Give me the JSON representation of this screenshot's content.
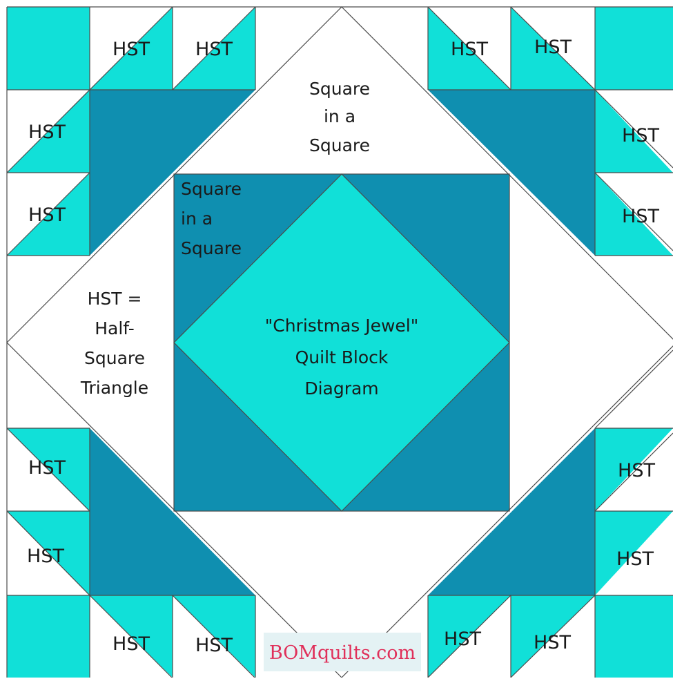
{
  "colors": {
    "background": "#ffffff",
    "light_teal": "#11e0d8",
    "dark_teal": "#0f8fb0",
    "outline": "#4a4a4a",
    "watermark_text": "#e0305a",
    "watermark_bg": "#e4f2f4"
  },
  "labels": {
    "hst": "HST",
    "top_center": [
      "Square",
      "in a",
      "Square"
    ],
    "inner_corner": [
      "Square",
      "in a",
      "Square"
    ],
    "legend": [
      "HST =",
      "Half-",
      "Square",
      "Triangle"
    ],
    "center_title": [
      "\"Christmas Jewel\"",
      "Quilt Block",
      "Diagram"
    ]
  },
  "watermark": "BOMquilts.com"
}
